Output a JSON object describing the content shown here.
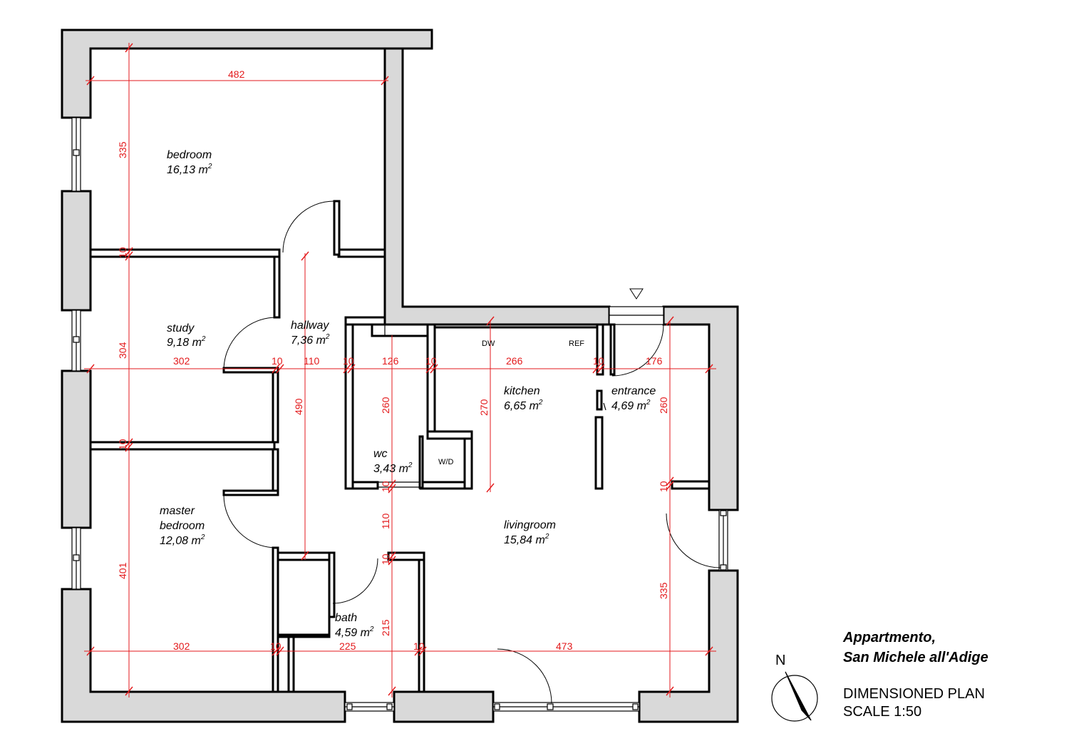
{
  "title": {
    "line1": "Appartmento,",
    "line2": "San Michele all'Adige"
  },
  "subtitle": {
    "line1": "DIMENSIONED PLAN",
    "line2": "SCALE 1:50"
  },
  "north_label": "N",
  "rooms": {
    "bedroom": {
      "name": "bedroom",
      "area": "16,13 m"
    },
    "study": {
      "name": "study",
      "area": "9,18 m"
    },
    "hallway": {
      "name": "hallway",
      "area": "7,36 m"
    },
    "master": {
      "name1": "master",
      "name2": "bedroom",
      "area": "12,08 m"
    },
    "wc": {
      "name": "wc",
      "area": "3,43 m"
    },
    "kitchen": {
      "name": "kitchen",
      "area": "6,65 m"
    },
    "entrance": {
      "name": "entrance",
      "area": "4,69 m"
    },
    "livingroom": {
      "name": "livingroom",
      "area": "15,84 m"
    },
    "bath": {
      "name": "bath",
      "area": "4,59 m"
    }
  },
  "area_sup": "2",
  "fixtures": {
    "dw": "DW",
    "ref": "REF",
    "wd": "W/D"
  },
  "dimensions": {
    "top_482": "482",
    "v_335_top": "335",
    "v_10_a": "10",
    "v_304": "304",
    "v_10_b": "10",
    "v_401": "401",
    "h_302_mid": "302",
    "h_10_a": "10",
    "h_110": "110",
    "h_10_b": "10",
    "h_126": "126",
    "h_10_c": "10",
    "h_266": "266",
    "h_10_d": "10",
    "h_176": "176",
    "v_490": "490",
    "v_260_wc": "260",
    "v_10_wc": "10",
    "v_110_lr": "110",
    "v_10_bath": "10",
    "v_215": "215",
    "v_270": "270",
    "v_260_ent": "260",
    "v_10_ent": "10",
    "v_335_right": "335",
    "h_302_bot": "302",
    "h_10_e": "10",
    "h_225": "225",
    "h_10_f": "10",
    "h_473": "473"
  }
}
